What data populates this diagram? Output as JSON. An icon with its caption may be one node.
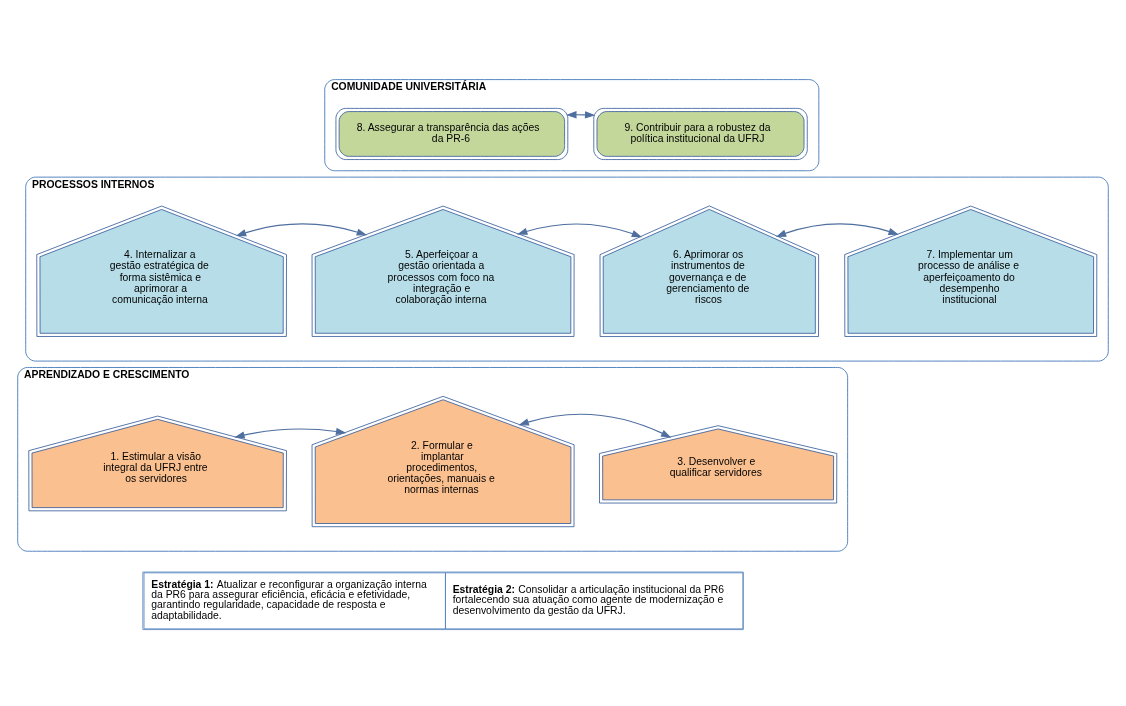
{
  "diagram": {
    "nodes": [
      {
        "text": [
          "COMUNIDADE UNIVERSITÁRIA"
        ]
      },
      {
        "text": [
          "8. Assegurar a transparência das ações da PR-6"
        ],
        "in": 0
      },
      {
        "text": [
          "9. Contribuir para a robustez da política institucional da UFRJ"
        ],
        "in": 0
      },
      {
        "text": [
          "PROCESSOS INTERNOS"
        ]
      },
      {
        "text": [
          "4. Internalizar a gestão estratégica de forma sistêmica e aprimorar a comunicação interna"
        ],
        "in": 3
      },
      {
        "text": [
          "5. Aperfeiçoar a gestão orientada a processos com foco na integração e colaboração interna"
        ],
        "in": 3
      },
      {
        "text": [
          "6. Aprimorar os instrumentos de governança e de gerenciamento de riscos"
        ],
        "in": 3
      },
      {
        "text": [
          "7. Implementar um processo de análise e aperfeiçoamento do desempenho institucional"
        ],
        "in": 3
      },
      {
        "text": [
          "APRENDIZADO E CRESCIMENTO"
        ]
      },
      {
        "text": [
          "1. Estimular a visão integral da UFRJ entre os servidores"
        ],
        "in": 8
      },
      {
        "text": [
          "2. Formular e implantar procedimentos, orientações, manuais e normas internas"
        ],
        "in": 8
      },
      {
        "text": [
          "3. Desenvolver e qualificar servidores"
        ],
        "in": 8
      }
    ],
    "edges": [
      {
        "from": 1,
        "to": 2,
        "arrow": "both"
      },
      {
        "from": 4,
        "to": 5,
        "arrow": "both"
      },
      {
        "from": 5,
        "to": 6,
        "arrow": "both"
      },
      {
        "from": 6,
        "to": 7,
        "arrow": "both"
      },
      {
        "from": 9,
        "to": 10,
        "arrow": "both"
      },
      {
        "from": 10,
        "to": 11,
        "arrow": "both"
      }
    ],
    "labels": [
      "**Estratégia 1:** Atualizar e reconfigurar a organização interna da PR6 para assegurar eficiência, eficácia e efetividade, garantindo regularidade, capacidade de resposta e adaptabilidade.",
      "**Estratégia 2:** Consolidar a articulação institucional da PR6 fortalecendo sua atuação como agente de modernização e desenvolvimento da gestão da UFRJ."
    ]
  }
}
